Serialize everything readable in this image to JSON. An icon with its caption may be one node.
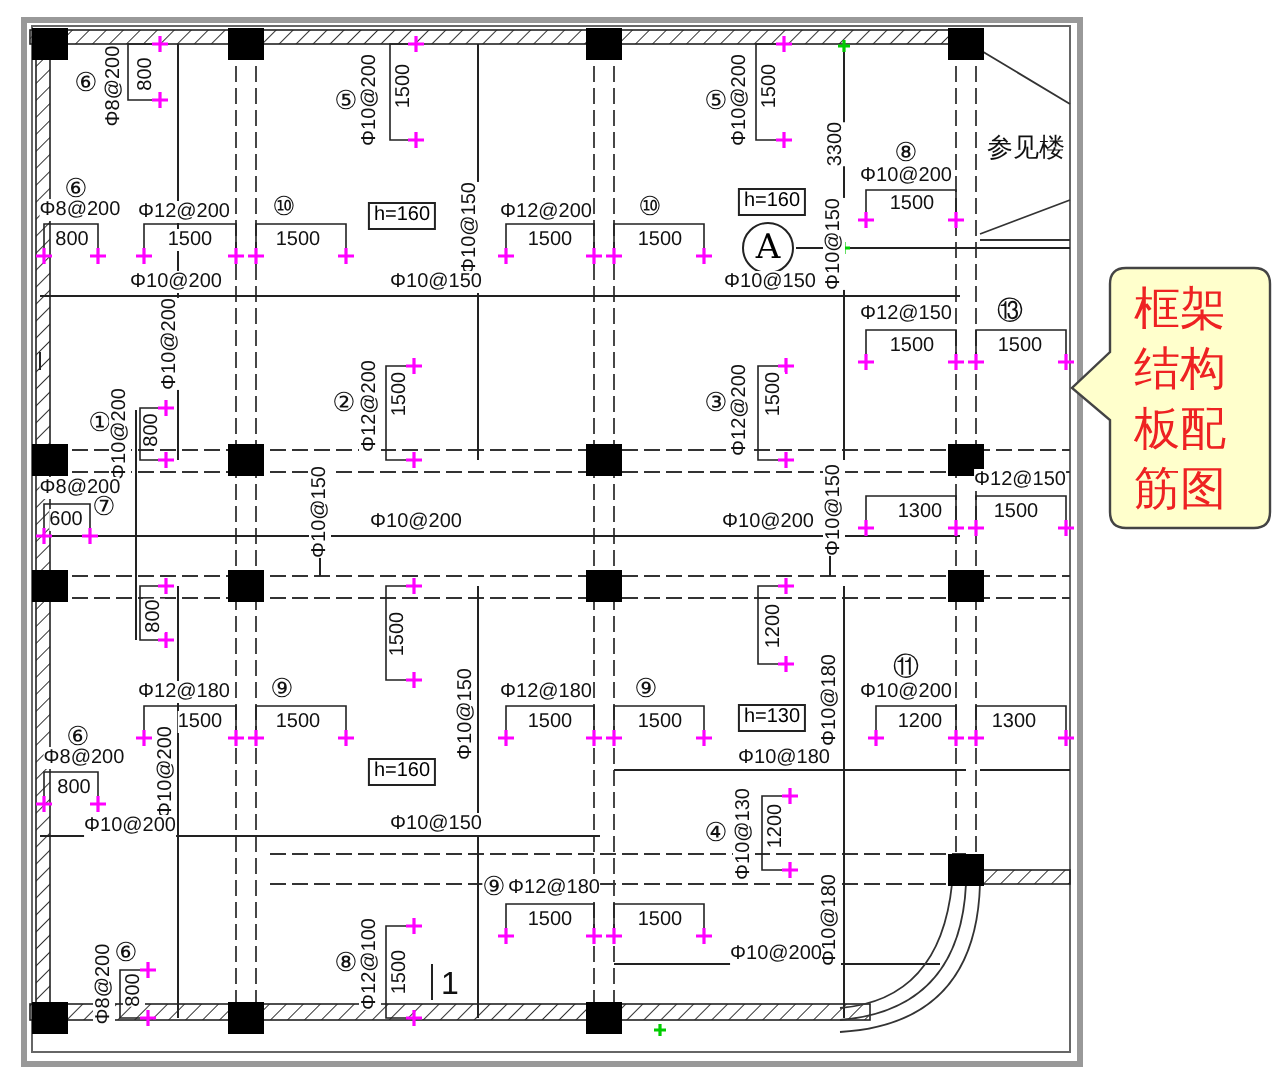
{
  "diagram": {
    "nodes": [
      {
        "text": [
          "h=160"
        ]
      },
      {
        "text": [
          "h=160"
        ]
      },
      {
        "text": [
          "A"
        ]
      },
      {
        "text": [
          "框架结构板配筋图"
        ]
      },
      {
        "text": [
          "h=130"
        ]
      },
      {
        "text": [
          "h=160"
        ]
      }
    ],
    "labels": [
      "⑥",
      "Φ8@200",
      "800",
      "⑤",
      "Φ10@200",
      "1500",
      "⑤",
      "Φ10@200",
      "1500",
      "3300",
      "参见楼",
      "⑥",
      "Φ8@200",
      "800",
      "Φ12@200",
      "1500",
      "⑩",
      "1500",
      "Φ10@150",
      "Φ12@200",
      "1500",
      "⑩",
      "1500",
      "⑧",
      "Φ10@200",
      "1500",
      "Φ10@150",
      "Φ10@200",
      "Φ10@150",
      "Φ10@150",
      "Φ12@150",
      "⑬",
      "1500",
      "1500",
      "Φ10@200",
      "①",
      "Φ10@200",
      "800",
      "②",
      "Φ12@200",
      "1500",
      "③",
      "Φ12@200",
      "1500",
      "Φ12@150",
      "1300",
      "1500",
      "Φ8@200",
      "⑦",
      "600",
      "Φ10@150",
      "Φ10@200",
      "Φ10@200",
      "Φ10@150",
      "800",
      "1500",
      "1200",
      "Φ12@180",
      "⑨",
      "1500",
      "1500",
      "Φ10@150",
      "Φ12@180",
      "⑨",
      "1500",
      "1500",
      "Φ10@180",
      "⑪",
      "Φ10@200",
      "1200",
      "1300",
      "⑥",
      "Φ8@200",
      "800",
      "Φ10@200",
      "Φ10@180",
      "Φ10@200",
      "Φ10@150",
      "④",
      "Φ10@130",
      "1200",
      "⑨",
      "Φ12@180",
      "1500",
      "1500",
      "Φ10@180",
      "⑥",
      "Φ8@200",
      "800",
      "⑧",
      "Φ12@100",
      "1500",
      "1",
      "Φ10@200"
    ]
  }
}
